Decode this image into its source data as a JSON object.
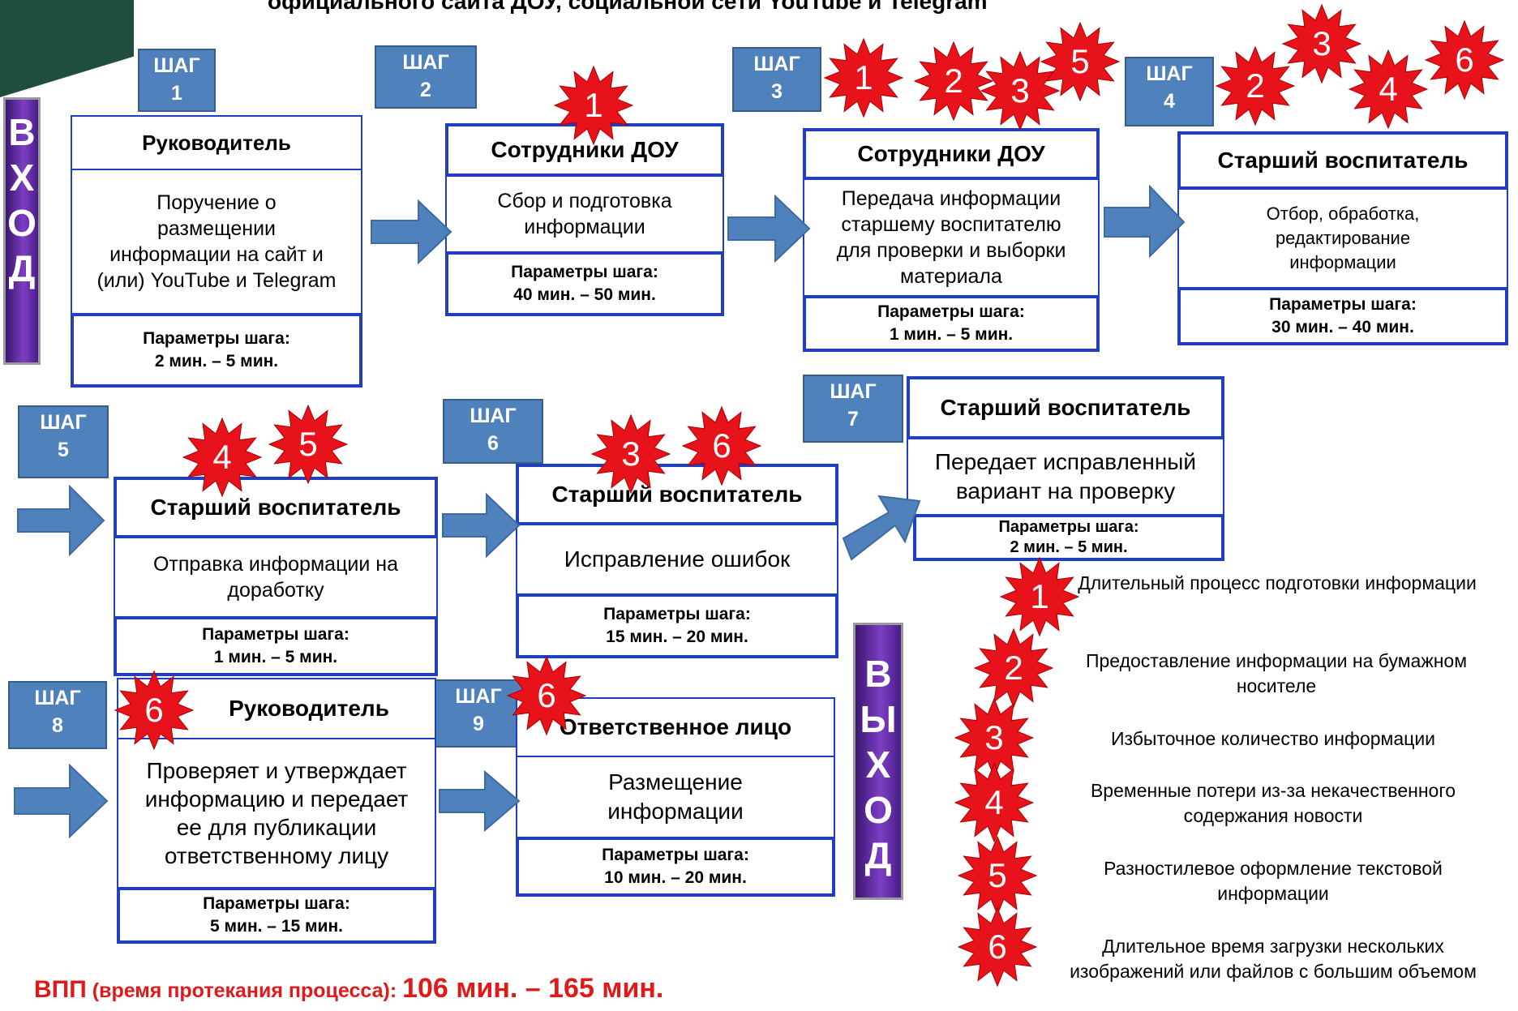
{
  "title": "официального сайта ДОУ, социальной сети YouTube и Telegram",
  "entry_label": [
    "В",
    "Х",
    "О",
    "Д"
  ],
  "exit_label": [
    "В",
    "Ы",
    "Х",
    "О",
    "Д"
  ],
  "step_word": "ШАГ",
  "params_label": "Параметры шага:",
  "steps": [
    {
      "num": "1",
      "role": "Руководитель",
      "desc": "Поручение о размещении информации на сайт и (или) YouTube и Telegram",
      "time": "2 мин. – 5 мин."
    },
    {
      "num": "2",
      "role": "Сотрудники ДОУ",
      "desc": "Сбор и подготовка информации",
      "time": "40 мин. – 50 мин."
    },
    {
      "num": "3",
      "role": "Сотрудники ДОУ",
      "desc": "Передача информации старшему воспитателю для проверки и выборки материала",
      "time": "1 мин. – 5 мин."
    },
    {
      "num": "4",
      "role": "Старший воспитатель",
      "desc": "Отбор, обработка, редактирование информации",
      "time": "30 мин. – 40 мин."
    },
    {
      "num": "5",
      "role": "Старший воспитатель",
      "desc": "Отправка информации на доработку",
      "time": "1 мин. – 5 мин."
    },
    {
      "num": "6",
      "role": "Старший воспитатель",
      "desc": "Исправление ошибок",
      "time": "15 мин. – 20 мин."
    },
    {
      "num": "7",
      "role": "Старший воспитатель",
      "desc": "Передает исправленный вариант на проверку",
      "time": "2 мин. – 5 мин."
    },
    {
      "num": "8",
      "role": "Руководитель",
      "desc": "Проверяет и утверждает информацию  и передает ее для публикации ответственному лицу",
      "time": "5 мин. – 15 мин."
    },
    {
      "num": "9",
      "role": "Ответственное лицо",
      "desc": "Размещение информации",
      "time": "10 мин. – 20 мин."
    }
  ],
  "problems": [
    {
      "num": "1",
      "text": "Длительный процесс подготовки информации"
    },
    {
      "num": "2",
      "text": "Предоставление информации на бумажном носителе"
    },
    {
      "num": "3",
      "text": "Избыточное количество информации"
    },
    {
      "num": "4",
      "text": "Временные потери из-за некачественного содержания новости"
    },
    {
      "num": "5",
      "text": "Разностилевое оформление текстовой информации"
    },
    {
      "num": "6",
      "text": "Длительное время загрузки нескольких изображений или файлов с большим объемом"
    }
  ],
  "stars": [
    "1",
    "1",
    "2",
    "3",
    "5",
    "3",
    "2",
    "4",
    "6",
    "4",
    "5",
    "3",
    "6",
    "6",
    "6"
  ],
  "total": {
    "label": "ВПП",
    "sub": "(время протекания процесса):",
    "value": "106 мин. – 165 мин."
  },
  "colors": {
    "box_border": "#1f3fbf",
    "step_fill": "#4f81bd",
    "arrow": "#4f81bd",
    "star": "#e8121a",
    "total_text": "#e01a1a",
    "bar": "#7d3fc4"
  }
}
